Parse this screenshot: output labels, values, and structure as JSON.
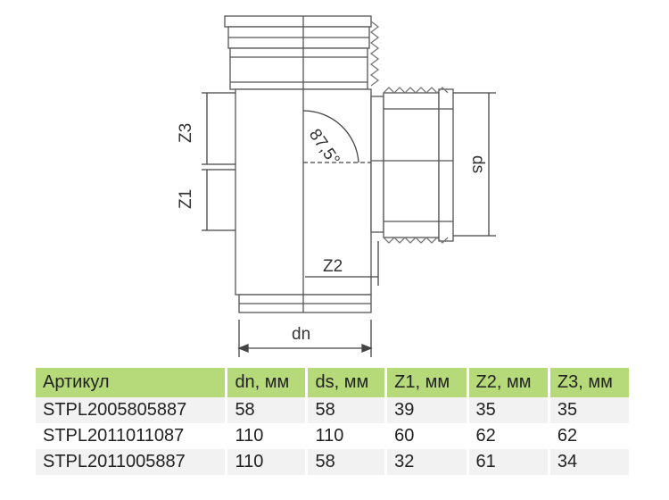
{
  "diagram": {
    "labels": {
      "z3": "Z3",
      "z1": "Z1",
      "z2": "Z2",
      "dn": "dn",
      "ds": "ds",
      "angle": "87,5°"
    }
  },
  "table": {
    "headers": [
      "Артикул",
      "dn, мм",
      "ds, мм",
      "Z1, мм",
      "Z2, мм",
      "Z3, мм"
    ],
    "rows": [
      [
        "STPL2005805887",
        "58",
        "58",
        "39",
        "35",
        "35"
      ],
      [
        "STPL2011011087",
        "110",
        "110",
        "60",
        "62",
        "62"
      ],
      [
        "STPL2011005887",
        "110",
        "58",
        "32",
        "61",
        "34"
      ]
    ],
    "header_color": "#b6d97a",
    "stripe_color": "#f2f2f2"
  }
}
